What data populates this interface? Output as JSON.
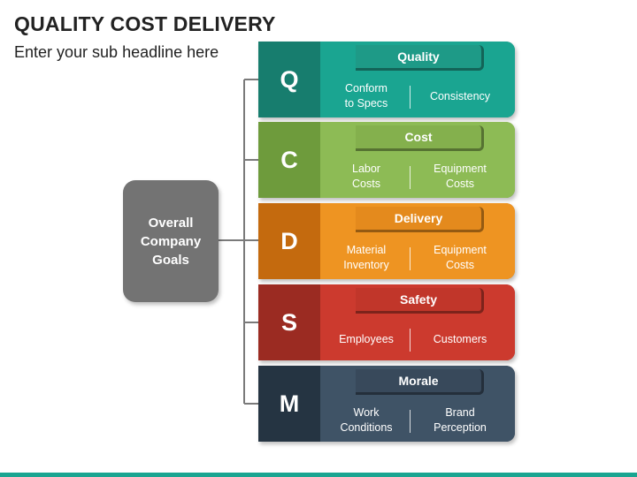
{
  "header": {
    "title": "QUALITY COST DELIVERY",
    "subtitle": "Enter your sub headline here"
  },
  "goal": {
    "label_lines": [
      "Overall",
      "Company",
      "Goals"
    ],
    "color": "#737373"
  },
  "rows": [
    {
      "letter": "Q",
      "title": "Quality",
      "left_lines": [
        "Conform",
        "to Specs"
      ],
      "right_lines": [
        "Consistency"
      ],
      "dark": "#177d6e",
      "light": "#1aa591",
      "tag": "#1e9a87"
    },
    {
      "letter": "C",
      "title": "Cost",
      "left_lines": [
        "Labor",
        "Costs"
      ],
      "right_lines": [
        "Equipment",
        "Costs"
      ],
      "dark": "#6e9b3c",
      "light": "#8dbb55",
      "tag": "#84b04d"
    },
    {
      "letter": "D",
      "title": "Delivery",
      "left_lines": [
        "Material",
        "Inventory"
      ],
      "right_lines": [
        "Equipment",
        "Costs"
      ],
      "dark": "#c46a0e",
      "light": "#ee9422",
      "tag": "#e48a1d"
    },
    {
      "letter": "S",
      "title": "Safety",
      "left_lines": [
        "Employees"
      ],
      "right_lines": [
        "Customers"
      ],
      "dark": "#9b2b22",
      "light": "#cc3a2e",
      "tag": "#c1362a"
    },
    {
      "letter": "M",
      "title": "Morale",
      "left_lines": [
        "Work",
        "Conditions"
      ],
      "right_lines": [
        "Brand",
        "Perception"
      ],
      "dark": "#253442",
      "light": "#3f5366",
      "tag": "#38495b"
    }
  ],
  "accent_bar_color": "#1aa591"
}
